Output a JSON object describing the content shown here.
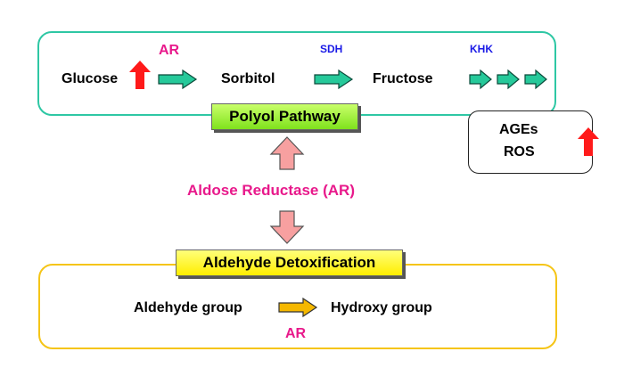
{
  "polyol": {
    "title": "Polyol Pathway",
    "glucose": "Glucose",
    "sorbitol": "Sorbitol",
    "fructose": "Fructose",
    "enzyme_ar": "AR",
    "enzyme_sdh": "SDH",
    "enzyme_khk": "KHK"
  },
  "ages": {
    "line1": "AGEs",
    "line2": "ROS"
  },
  "center": {
    "label": "Aldose Reductase (AR)"
  },
  "detox": {
    "title": "Aldehyde Detoxification",
    "aldehyde": "Aldehyde group",
    "hydroxy": "Hydroxy group",
    "enzyme_ar": "AR"
  },
  "colors": {
    "polyol_border": "#2ec7a4",
    "detox_border": "#f5c518",
    "magenta_text": "#e8198b",
    "blue_text": "#1a1ae6",
    "green_arrow": "#26c99a",
    "orange_arrow": "#f5b800",
    "red_up_arrow": "#ff1a1a",
    "pink_arrow": "#f7a0a0"
  }
}
